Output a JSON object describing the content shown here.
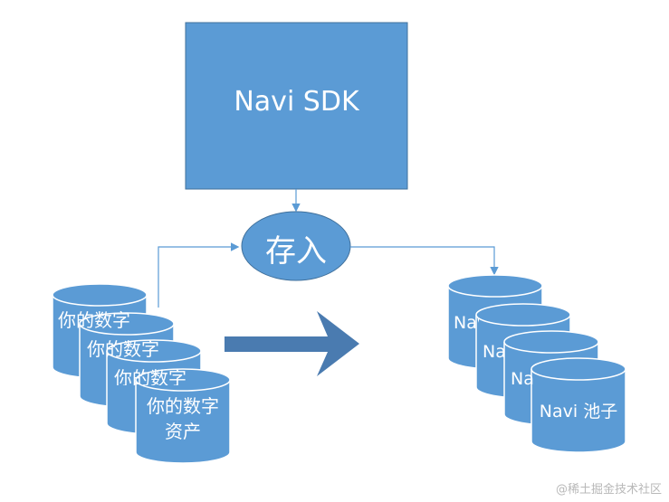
{
  "sdk_box": {
    "label": "Navi SDK",
    "color": "#5b9bd5"
  },
  "store_ellipse": {
    "label": "存入"
  },
  "left_stack": {
    "label_line1": "你的数字",
    "label_line2": "资产",
    "partial_label": "你的数字"
  },
  "right_stack": {
    "label": "Navi 池子",
    "partial_label": "Navi"
  },
  "watermark": "@稀土掘金技术社区",
  "colors": {
    "fill": "#5b9bd5",
    "stroke": "#41719c",
    "arrow": "#4a7bb0",
    "connector": "#5b9bd5"
  }
}
